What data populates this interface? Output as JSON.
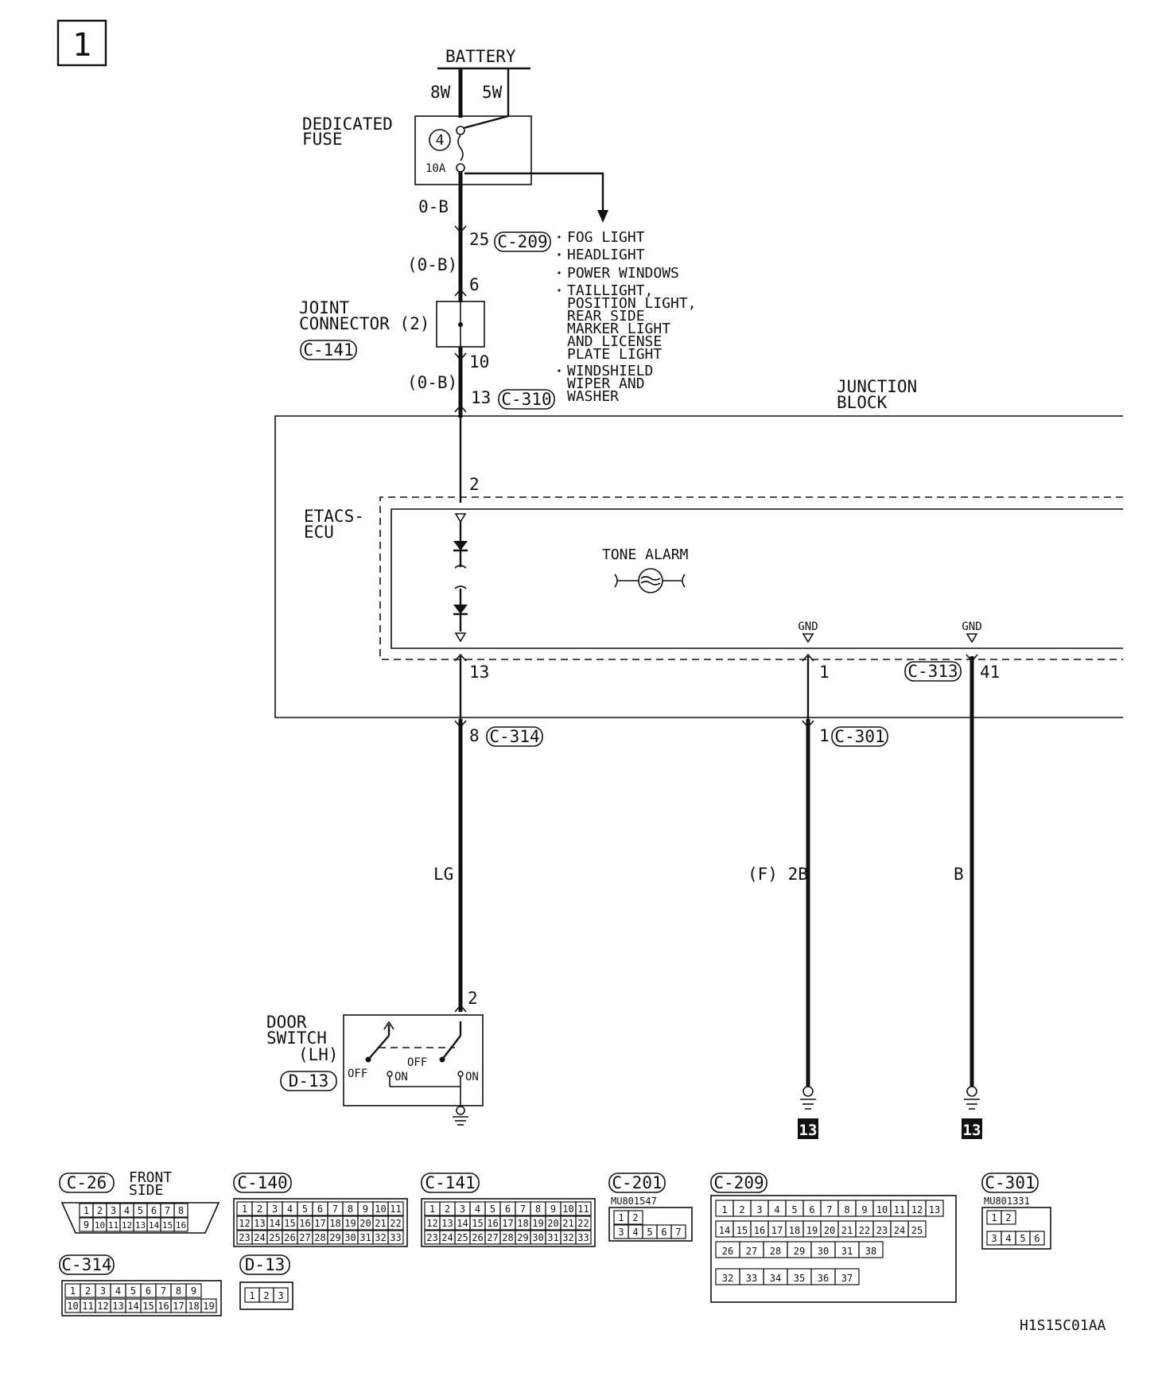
{
  "page": {
    "number": "1",
    "figure_code": "H1S15C01AA"
  },
  "battery": {
    "label": "BATTERY",
    "wire_left": "8W",
    "wire_right": "5W"
  },
  "fuse": {
    "label_line1": "DEDICATED",
    "label_line2": "FUSE",
    "number": "4",
    "rating": "10A"
  },
  "wires": {
    "w1": "0-B",
    "w2": "(0-B)",
    "w3": "(0-B)",
    "lg": "LG",
    "f2b": "(F) 2B",
    "b": "B"
  },
  "connectors": {
    "c209": {
      "pin": "25",
      "id": "C-209"
    },
    "joint": {
      "line1": "JOINT",
      "line2": "CONNECTOR (2)",
      "id": "C-141",
      "pin_top": "6",
      "pin_bottom": "10"
    },
    "c310": {
      "pin": "13",
      "id": "C-310"
    },
    "c313": {
      "id": "C-313",
      "pin": "41"
    },
    "c314": {
      "pin": "8",
      "id": "C-314"
    },
    "c301": {
      "pin": "1",
      "id": "C-301"
    }
  },
  "branch_loads": [
    [
      "FOG LIGHT"
    ],
    [
      "HEADLIGHT"
    ],
    [
      "POWER WINDOWS"
    ],
    [
      "TAILLIGHT,",
      "POSITION LIGHT,",
      "REAR SIDE",
      "MARKER LIGHT",
      "AND LICENSE",
      "PLATE LIGHT"
    ],
    [
      "WINDSHIELD",
      "WIPER AND",
      "WASHER"
    ]
  ],
  "junction_block": {
    "line1": "JUNCTION",
    "line2": "BLOCK"
  },
  "etacs": {
    "line1": "ETACS-",
    "line2": "ECU",
    "tone_alarm": "TONE ALARM",
    "gnd1": "GND",
    "gnd2": "GND",
    "pin_in": "2",
    "pin_out": "13",
    "pin_gnd1": "1"
  },
  "door_switch": {
    "line1": "DOOR",
    "line2": "SWITCH",
    "line3": "(LH)",
    "id": "D-13",
    "pin": "2",
    "off1": "OFF",
    "on1": "ON",
    "off2": "OFF",
    "on2": "ON"
  },
  "grounds": {
    "g1": "13",
    "g2": "13"
  },
  "connector_views": {
    "c26": {
      "id": "C-26",
      "note1": "FRONT",
      "note2": "SIDE",
      "row1": [
        "1",
        "2",
        "3",
        "4",
        "5",
        "6",
        "7",
        "8"
      ],
      "row2": [
        "9",
        "10",
        "11",
        "12",
        "13",
        "14",
        "15",
        "16"
      ]
    },
    "c140": {
      "id": "C-140",
      "row1": [
        "1",
        "2",
        "3",
        "4",
        "5",
        "6",
        "7",
        "8",
        "9",
        "10",
        "11"
      ],
      "row2": [
        "12",
        "13",
        "14",
        "15",
        "16",
        "17",
        "18",
        "19",
        "20",
        "21",
        "22"
      ],
      "row3": [
        "23",
        "24",
        "25",
        "26",
        "27",
        "28",
        "29",
        "30",
        "31",
        "32",
        "33"
      ]
    },
    "c141": {
      "id": "C-141",
      "row1": [
        "1",
        "2",
        "3",
        "4",
        "5",
        "6",
        "7",
        "8",
        "9",
        "10",
        "11"
      ],
      "row2": [
        "12",
        "13",
        "14",
        "15",
        "16",
        "17",
        "18",
        "19",
        "20",
        "21",
        "22"
      ],
      "row3": [
        "23",
        "24",
        "25",
        "26",
        "27",
        "28",
        "29",
        "30",
        "31",
        "32",
        "33"
      ]
    },
    "c201": {
      "id": "C-201",
      "part": "MU801547",
      "row1": [
        "1",
        "2"
      ],
      "row2": [
        "3",
        "4",
        "5",
        "6",
        "7"
      ]
    },
    "c209": {
      "id": "C-209",
      "row1": [
        "1",
        "2",
        "3",
        "4",
        "5",
        "6",
        "7",
        "8",
        "9",
        "10",
        "11",
        "12",
        "13"
      ],
      "row2": [
        "14",
        "15",
        "16",
        "17",
        "18",
        "19",
        "20",
        "21",
        "22",
        "23",
        "24",
        "25"
      ],
      "row3": [
        "26",
        "27",
        "28",
        "29",
        "30",
        "31",
        "38"
      ],
      "row4": [
        "32",
        "33",
        "34",
        "35",
        "36",
        "37"
      ]
    },
    "c301": {
      "id": "C-301",
      "part": "MU801331",
      "row1": [
        "1",
        "2"
      ],
      "row2": [
        "3",
        "4",
        "5",
        "6"
      ]
    },
    "c314": {
      "id": "C-314",
      "row1": [
        "1",
        "2",
        "3",
        "4",
        "5",
        "6",
        "7",
        "8",
        "9"
      ],
      "row2": [
        "10",
        "11",
        "12",
        "13",
        "14",
        "15",
        "16",
        "17",
        "18",
        "19"
      ]
    },
    "d13": {
      "id": "D-13",
      "row1": [
        "1",
        "2",
        "3"
      ]
    }
  }
}
